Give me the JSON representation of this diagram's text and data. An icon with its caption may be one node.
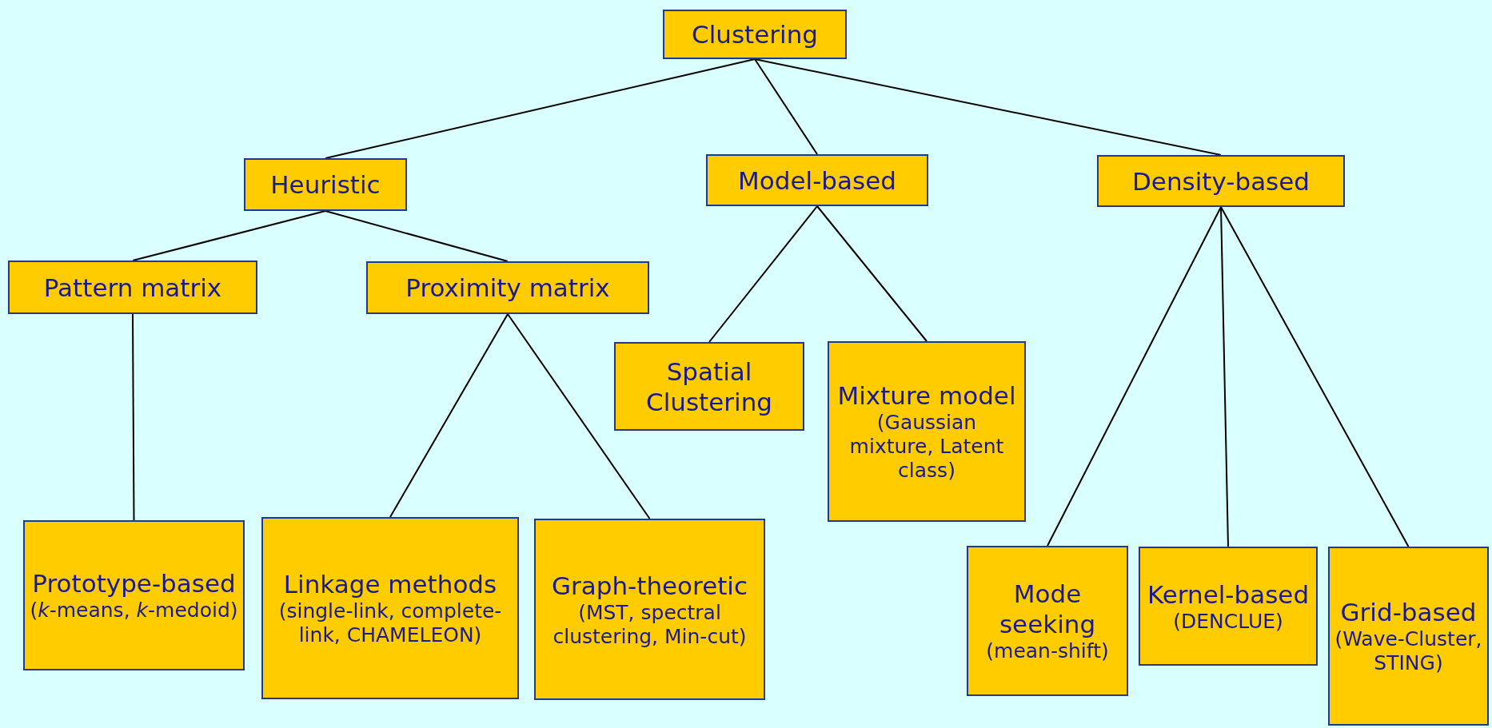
{
  "diagram": {
    "nodes": [
      {
        "text": [
          "Clustering"
        ]
      },
      {
        "text": [
          "Heuristic"
        ]
      },
      {
        "text": [
          "Model-based"
        ]
      },
      {
        "text": [
          "Density-based"
        ]
      },
      {
        "text": [
          "Pattern matrix"
        ]
      },
      {
        "text": [
          "Proximity matrix"
        ]
      },
      {
        "text": [
          "Spatial Clustering"
        ]
      },
      {
        "text": [
          "Mixture model",
          "(Gaussian mixture, Latent class)"
        ]
      },
      {
        "text": [
          "Prototype-based",
          "(*k*-means, *k*-medoid)"
        ]
      },
      {
        "text": [
          "Linkage methods",
          "(single-link, complete-link, CHAMELEON)"
        ]
      },
      {
        "text": [
          "Graph-theoretic",
          "(MST, spectral clustering, Min-cut)"
        ]
      },
      {
        "text": [
          "Mode seeking",
          "(mean-shift)"
        ]
      },
      {
        "text": [
          "Kernel-based",
          "(DENCLUE)"
        ]
      },
      {
        "text": [
          "Grid-based",
          "(Wave-Cluster, STING)"
        ]
      }
    ],
    "edges": [
      {
        "from": 0,
        "to": 1,
        "arrow": "none"
      },
      {
        "from": 0,
        "to": 2,
        "arrow": "none"
      },
      {
        "from": 0,
        "to": 3,
        "arrow": "none"
      },
      {
        "from": 1,
        "to": 4,
        "arrow": "none"
      },
      {
        "from": 1,
        "to": 5,
        "arrow": "none"
      },
      {
        "from": 2,
        "to": 6,
        "arrow": "none"
      },
      {
        "from": 2,
        "to": 7,
        "arrow": "none"
      },
      {
        "from": 4,
        "to": 8,
        "arrow": "none"
      },
      {
        "from": 5,
        "to": 9,
        "arrow": "none"
      },
      {
        "from": 5,
        "to": 10,
        "arrow": "none"
      },
      {
        "from": 3,
        "to": 11,
        "arrow": "none"
      },
      {
        "from": 3,
        "to": 12,
        "arrow": "none"
      },
      {
        "from": 3,
        "to": 13,
        "arrow": "none"
      }
    ]
  }
}
